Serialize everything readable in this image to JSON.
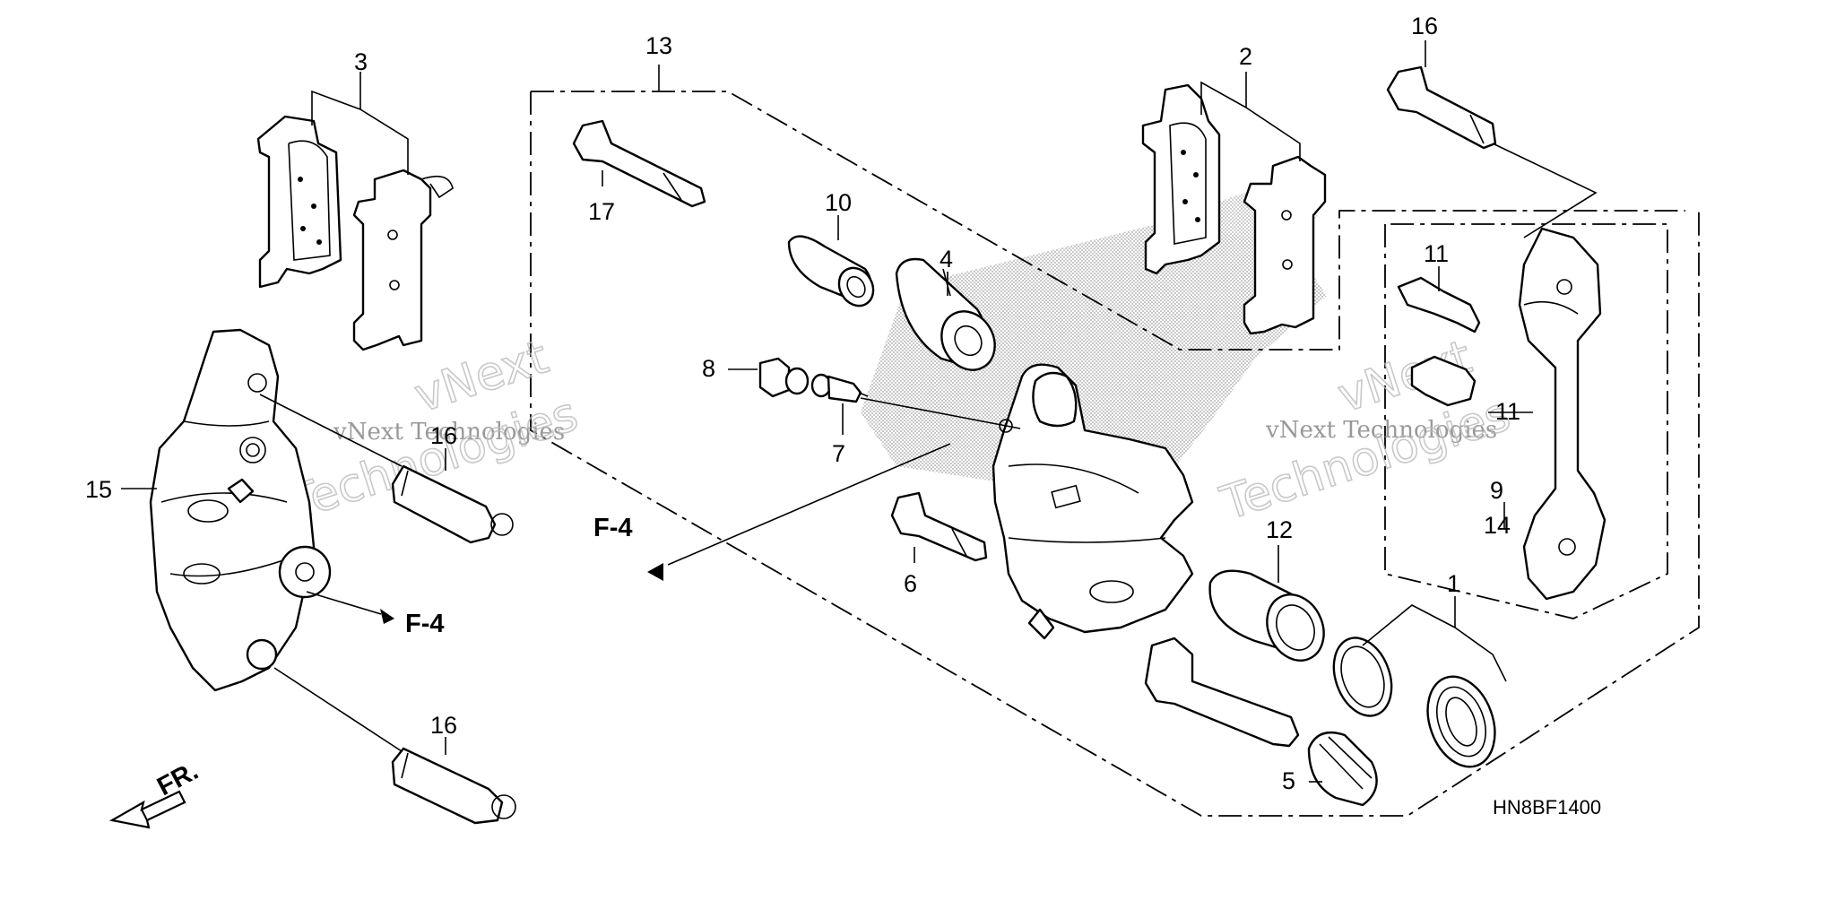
{
  "callouts": {
    "c1": "1",
    "c2": "2",
    "c3": "3",
    "c4": "4",
    "c5": "5",
    "c6": "6",
    "c7": "7",
    "c8": "8",
    "c9": "9",
    "c10": "10",
    "c11a": "11",
    "c11b": "11",
    "c12": "12",
    "c13": "13",
    "c14": "14",
    "c15": "15",
    "c16a": "16",
    "c16b": "16",
    "c16c": "16",
    "c17": "17"
  },
  "references": {
    "f4_left": "F-4",
    "f4_center": "F-4",
    "front": "FR."
  },
  "diagram_code": "HN8BF1400",
  "watermark": {
    "line1": "vNext Technologies",
    "line2": "vNext",
    "line3": "Technologies"
  },
  "colors": {
    "ink": "#000000",
    "shading": "#9a9a9a",
    "watermark": "#aaaaaa"
  }
}
